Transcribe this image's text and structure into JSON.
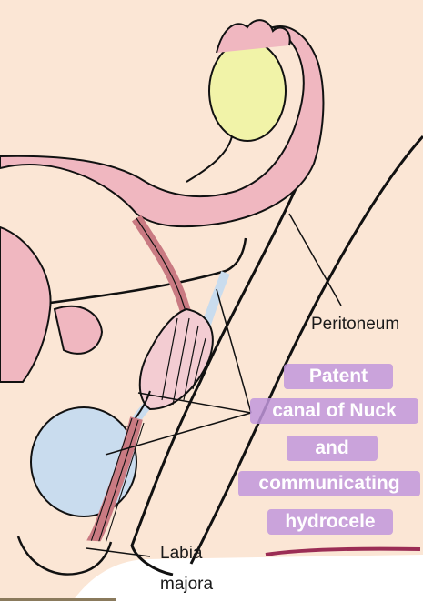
{
  "labels": {
    "peritoneum": "Peritoneum",
    "labia_line1": "Labia",
    "labia_line2": "majora"
  },
  "highlight": {
    "line1": "Patent",
    "line2": "canal of Nuck",
    "line3": "and",
    "line4": "communicating",
    "line5": "hydrocele"
  },
  "colors": {
    "skin": "#fbe6d5",
    "uterus": "#f0b7c0",
    "ovary": "#f1f3a8",
    "fluid": "#c9dcee",
    "ligament": "#c97a82",
    "highlight": "#c196dc",
    "underline": "#9b2d55"
  }
}
